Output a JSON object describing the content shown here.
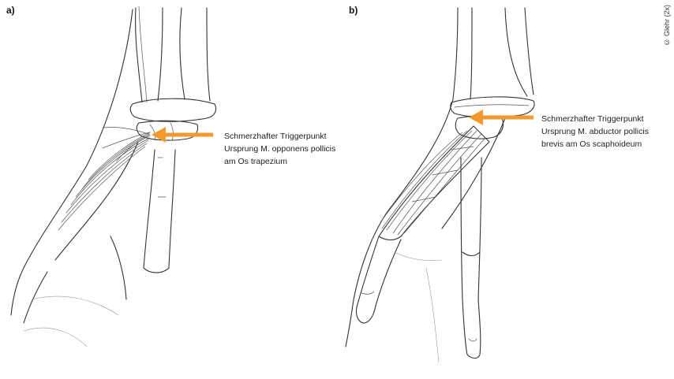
{
  "panels": [
    {
      "label": "a)",
      "caption": [
        "Schmerzhafter Triggerpunkt",
        "Ursprung M. opponens pollicis",
        "am Os trapezium"
      ]
    },
    {
      "label": "b)",
      "caption": [
        "Schmerzhafter Triggerpunkt",
        "Ursprung M. abductor pollicis",
        "brevis am Os scaphoideum"
      ]
    }
  ],
  "credit": "© Glehr (2x)",
  "colors": {
    "arrow": "#f39a2e",
    "ink": "#333333"
  },
  "icons": {
    "arrow": "arrow-left-icon"
  }
}
